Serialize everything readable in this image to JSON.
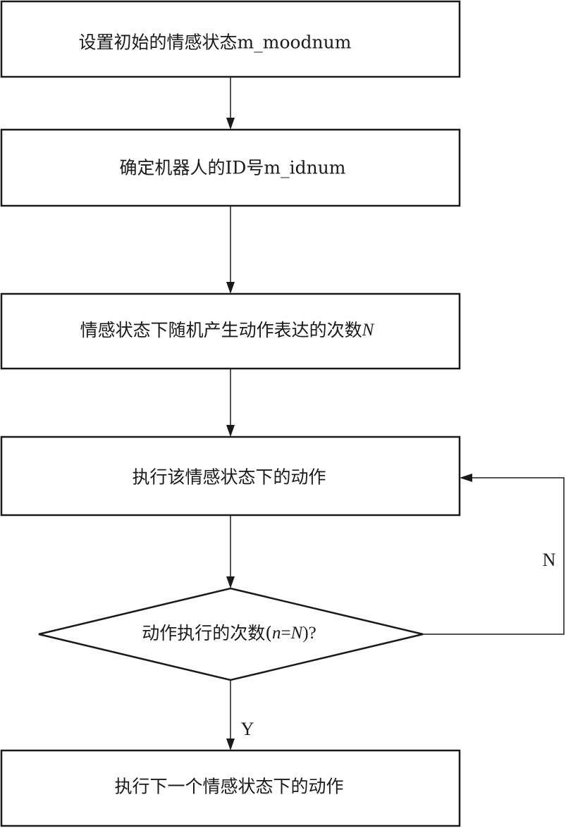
{
  "flowchart": {
    "steps": [
      {
        "id": "step1",
        "text": "设置初始的情感状态m_moodnum"
      },
      {
        "id": "step2",
        "text": "确定机器人的ID号m_idnum"
      },
      {
        "id": "step3",
        "text_prefix": "情感状态下随机产生动作表达的次数",
        "text_var": "N"
      },
      {
        "id": "step4",
        "text": "执行该情感状态下的动作"
      }
    ],
    "decision": {
      "text_prefix": "动作执行的次数(",
      "var_n": "n",
      "eq": "=",
      "var_N": "N",
      "text_suffix": ")?"
    },
    "final_step": {
      "text": "执行下一个情感状态下的动作"
    },
    "branches": {
      "yes_label": "Y",
      "no_label": "N"
    }
  },
  "colors": {
    "line": "#1a1a1a",
    "background": "#ffffff"
  }
}
